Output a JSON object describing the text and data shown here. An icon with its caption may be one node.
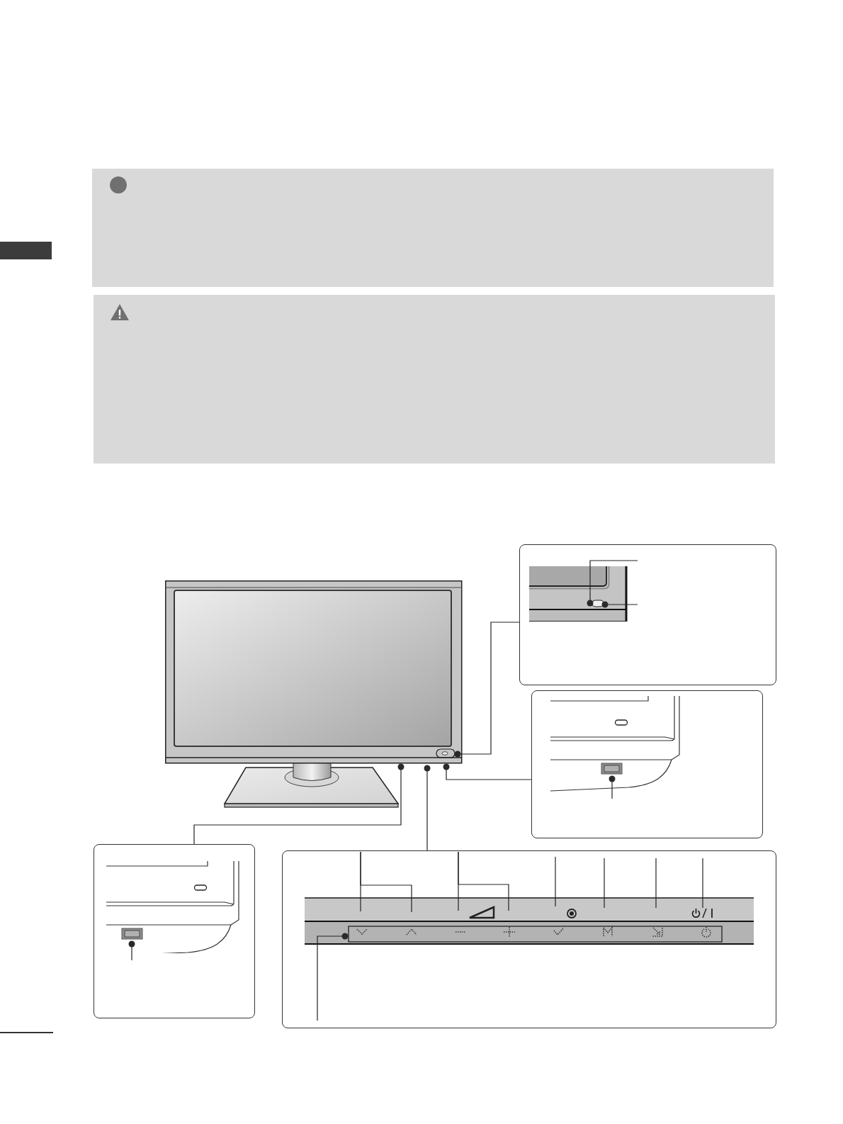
{
  "diagram": {
    "nodes": [
      {
        "text": [],
        "shape": "bar"
      },
      {
        "text": [],
        "shape": "picture"
      },
      {
        "text": [],
        "shape": "box"
      },
      {
        "text": [],
        "shape": "picture",
        "in": 2
      },
      {
        "text": [],
        "shape": "box"
      },
      {
        "text": [],
        "shape": "picture",
        "in": 4
      },
      {
        "text": [],
        "shape": "box"
      },
      {
        "text": [],
        "shape": "picture",
        "in": 6
      },
      {
        "text": [],
        "shape": "box"
      },
      {
        "text": [],
        "shape": "picture",
        "in": 8
      }
    ],
    "edges": [
      {
        "from": 2,
        "to": 1,
        "arrow": "other"
      },
      {
        "from": 4,
        "to": 1,
        "arrow": "other"
      },
      {
        "from": 6,
        "to": 1,
        "arrow": "other"
      },
      {
        "from": 8,
        "to": 1,
        "arrow": "other"
      },
      {
        "from": null,
        "to": 3,
        "arrow": "other"
      },
      {
        "from": null,
        "to": 3,
        "arrow": "other"
      },
      {
        "from": null,
        "to": 5,
        "arrow": "other"
      },
      {
        "from": null,
        "to": 7,
        "arrow": "other"
      },
      {
        "from": null,
        "to": 9,
        "arrow": "none"
      },
      {
        "from": null,
        "to": 9,
        "arrow": "none"
      },
      {
        "from": null,
        "to": 9,
        "arrow": "none"
      },
      {
        "from": null,
        "to": 9,
        "arrow": "none"
      },
      {
        "from": null,
        "to": 9,
        "arrow": "none"
      },
      {
        "from": null,
        "to": 9,
        "arrow": "none"
      },
      {
        "from": null,
        "to": 9,
        "arrow": "none"
      },
      {
        "from": null,
        "to": 9,
        "arrow": "none"
      },
      {
        "from": null,
        "to": 9,
        "arrow": "other"
      }
    ]
  }
}
